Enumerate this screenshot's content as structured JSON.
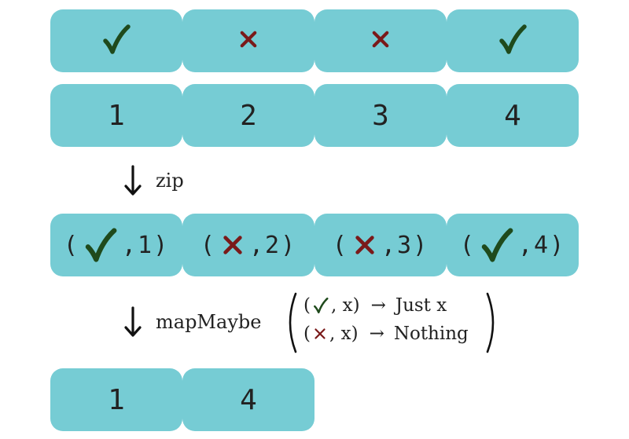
{
  "colors": {
    "cell": "#76ccd4",
    "check": "#1f4a1c",
    "cross": "#7a1a1a"
  },
  "row_flags": [
    {
      "icon": "check-icon"
    },
    {
      "icon": "cross-icon"
    },
    {
      "icon": "cross-icon"
    },
    {
      "icon": "check-icon"
    }
  ],
  "row_numbers": [
    "1",
    "2",
    "3",
    "4"
  ],
  "step1": {
    "label": "zip"
  },
  "row_pairs": [
    {
      "open": "(",
      "icon": "check-icon",
      "sep": ",",
      "value": "1",
      "close": ")"
    },
    {
      "open": "(",
      "icon": "cross-icon",
      "sep": ",",
      "value": "2",
      "close": ")"
    },
    {
      "open": "(",
      "icon": "cross-icon",
      "sep": ",",
      "value": "3",
      "close": ")"
    },
    {
      "open": "(",
      "icon": "check-icon",
      "sep": ",",
      "value": "4",
      "close": ")"
    }
  ],
  "step2": {
    "label": "mapMaybe",
    "rules": [
      {
        "open": "(",
        "icon": "check-icon",
        "rest": ", x)",
        "arrow": "→",
        "result": "Just x"
      },
      {
        "open": "(",
        "icon": "cross-icon",
        "rest": ", x)",
        "arrow": "→",
        "result": "Nothing"
      }
    ]
  },
  "row_result": [
    "1",
    "4"
  ]
}
